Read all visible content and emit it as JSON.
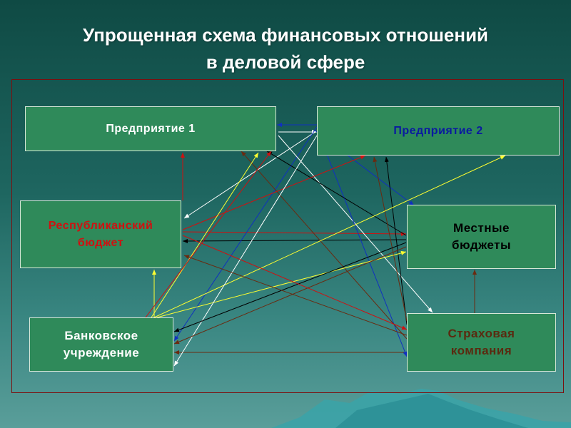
{
  "title": {
    "line1": "Упрощенная схема финансовых отношений",
    "line2": "в деловой сфере"
  },
  "nodes": {
    "enterprise1": "Предприятие 1",
    "enterprise2": "Предприятие 2",
    "republican_budget": [
      "Республиканский",
      "бюджет"
    ],
    "local_budgets": [
      "Местные",
      "бюджеты"
    ],
    "bank": [
      "Банковское",
      "учреждение"
    ],
    "insurance": [
      "Страховая",
      "компания"
    ]
  },
  "colors": {
    "node_fill": "#2f8a5a",
    "enterprise1_text": "#ffffff",
    "enterprise2_text": "#0a1aa0",
    "republican_text": "#d01010",
    "local_text": "#000000",
    "bank_text": "#ffffff",
    "insurance_text": "#5a2a10",
    "frame": "#7a1010"
  },
  "arrow_colors": [
    "white",
    "blue",
    "red",
    "yellow",
    "black",
    "brown"
  ]
}
